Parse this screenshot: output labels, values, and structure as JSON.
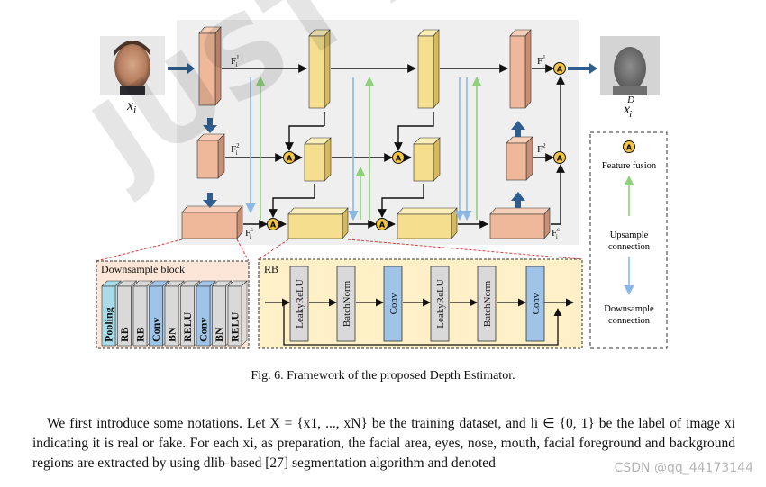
{
  "figure": {
    "input_label": "x",
    "input_sub": "i",
    "output_label": "x",
    "output_sub": "i",
    "output_sup": "D",
    "feat_labels": [
      {
        "base": "F",
        "sup": "1",
        "sub": "i"
      },
      {
        "base": "F",
        "sup": "2",
        "sub": "i"
      },
      {
        "base": "F",
        "sup": "s",
        "sub": "i"
      }
    ],
    "fusion_symbol": "A",
    "downsample_block_title": "Downsample block",
    "downsample_layers": [
      "Pooling",
      "RB",
      "RB",
      "Conv",
      "BN",
      "RELU",
      "Conv",
      "BN",
      "RELU"
    ],
    "rb_title": "RB",
    "rb_layers": [
      "LeakyReLU",
      "BatchNorm",
      "Conv",
      "LeakyReLU",
      "BatchNorm",
      "Conv"
    ],
    "legend": {
      "fusion": "Feature fusion",
      "upsample_1": "Upsample",
      "upsample_2": "connection",
      "downsample_1": "Downsample",
      "downsample_2": "connection"
    },
    "colors": {
      "encoder": "#f0b89a",
      "decoder": "#f5df8e",
      "pooling": "#a9dbe9",
      "rb": "#d9d9d9",
      "conv": "#9fc4e8",
      "panel_bg": "#efeff0",
      "downsample_bg": "#fce6d8",
      "rb_bg": "#fff0c7",
      "up_arrow": "#8fd07a",
      "down_arrow": "#8ab7e6",
      "fusion": "#f4c542",
      "dark_arrow": "#2f5d8f"
    }
  },
  "caption": "Fig. 6. Framework of the proposed Depth Estimator.",
  "paragraph": "We first introduce some notations. Let X = {x1, ..., xN} be the training dataset, and li ∈ {0, 1} be the label of image xi indicating it is real or fake. For each xi, as preparation, the facial area, eyes, nose, mouth, facial foreground and background regions are extracted by using dlib-based [27] segmentation algorithm and denoted",
  "watermark": "CSDN @qq_44173144",
  "watermark_big": "JUST Accepted"
}
